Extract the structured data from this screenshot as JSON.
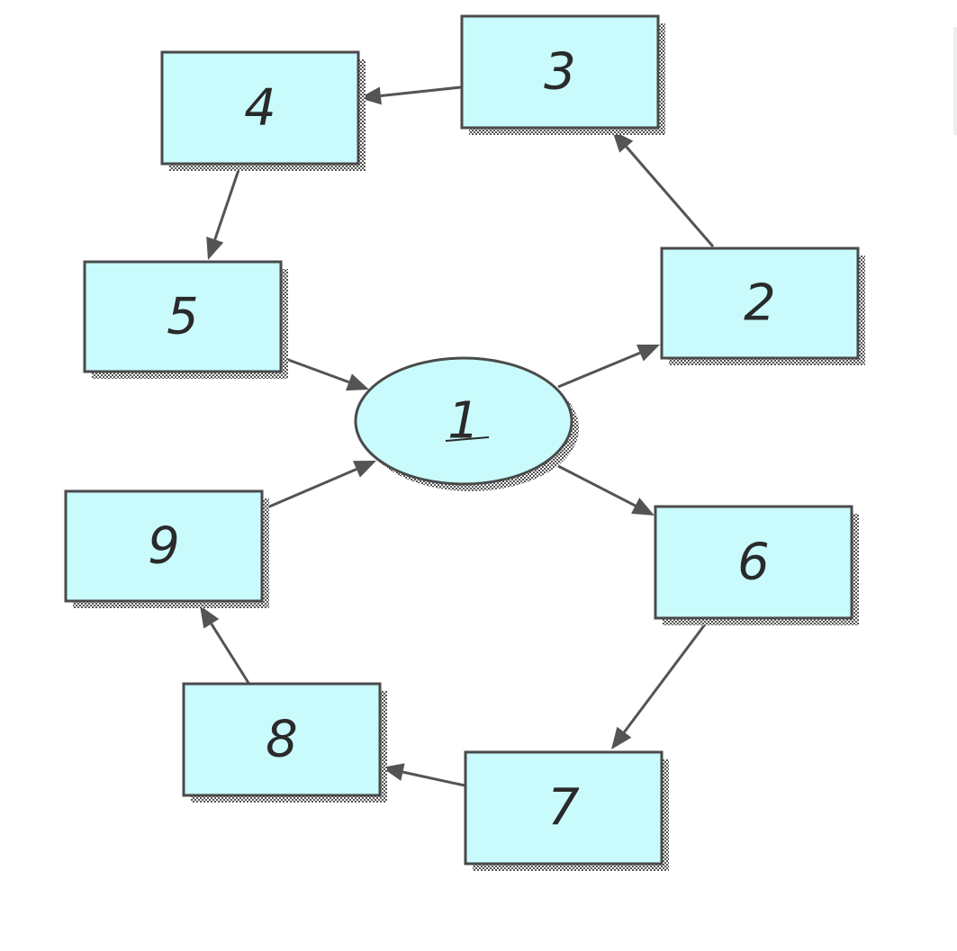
{
  "diagram": {
    "nodes": [
      {
        "id": "n1",
        "label": "1",
        "shape": "ellipse"
      },
      {
        "id": "n2",
        "label": "2",
        "shape": "rect"
      },
      {
        "id": "n3",
        "label": "3",
        "shape": "rect"
      },
      {
        "id": "n4",
        "label": "4",
        "shape": "rect"
      },
      {
        "id": "n5",
        "label": "5",
        "shape": "rect"
      },
      {
        "id": "n6",
        "label": "6",
        "shape": "rect"
      },
      {
        "id": "n7",
        "label": "7",
        "shape": "rect"
      },
      {
        "id": "n8",
        "label": "8",
        "shape": "rect"
      },
      {
        "id": "n9",
        "label": "9",
        "shape": "rect"
      }
    ],
    "edges": [
      {
        "from": "n1",
        "to": "n2"
      },
      {
        "from": "n2",
        "to": "n3"
      },
      {
        "from": "n3",
        "to": "n4"
      },
      {
        "from": "n4",
        "to": "n5"
      },
      {
        "from": "n5",
        "to": "n1"
      },
      {
        "from": "n1",
        "to": "n6"
      },
      {
        "from": "n6",
        "to": "n7"
      },
      {
        "from": "n7",
        "to": "n8"
      },
      {
        "from": "n8",
        "to": "n9"
      },
      {
        "from": "n9",
        "to": "n1"
      }
    ],
    "colors": {
      "node_fill": "#c9fbfd",
      "node_stroke": "#4a4a4a",
      "edge": "#545454",
      "label": "#2a2a2a"
    }
  }
}
